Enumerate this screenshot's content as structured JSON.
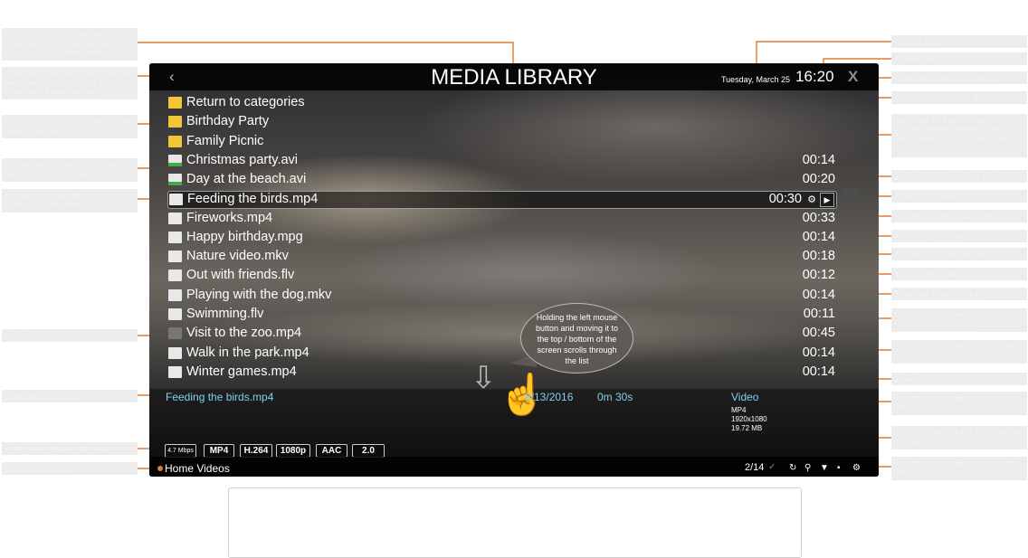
{
  "header": {
    "title": "MEDIA LIBRARY",
    "date": "Tuesday, March 25",
    "time": "16:20",
    "back_icon": "chevron-left-icon",
    "close_icon": "close-icon",
    "close_glyph": "X"
  },
  "list": {
    "items": [
      {
        "label": "Return to categories",
        "duration": "",
        "icon": "folder-up-icon"
      },
      {
        "label": "Birthday Party",
        "duration": "",
        "icon": "folder-icon"
      },
      {
        "label": "Family Picnic",
        "duration": "",
        "icon": "folder-icon"
      },
      {
        "label": "Christmas party.avi",
        "duration": "00:14",
        "icon": "video-selected-icon"
      },
      {
        "label": "Day at the beach.avi",
        "duration": "00:20",
        "icon": "video-selected-icon"
      },
      {
        "label": "Feeding the birds.mp4",
        "duration": "00:30",
        "icon": "video-icon"
      },
      {
        "label": "Fireworks.mp4",
        "duration": "00:33",
        "icon": "video-icon"
      },
      {
        "label": "Happy birthday.mpg",
        "duration": "00:14",
        "icon": "video-icon"
      },
      {
        "label": "Nature video.mkv",
        "duration": "00:18",
        "icon": "video-icon"
      },
      {
        "label": "Out with friends.flv",
        "duration": "00:12",
        "icon": "video-icon"
      },
      {
        "label": "Playing with the dog.mkv",
        "duration": "00:14",
        "icon": "video-icon"
      },
      {
        "label": "Swimming.flv",
        "duration": "00:11",
        "icon": "video-icon"
      },
      {
        "label": "Visit to the zoo.mp4",
        "duration": "00:45",
        "icon": "video-dead-icon"
      },
      {
        "label": "Walk in the park.mp4",
        "duration": "00:14",
        "icon": "video-icon"
      },
      {
        "label": "Winter games.mp4",
        "duration": "00:14",
        "icon": "video-icon"
      }
    ]
  },
  "active_entry": {
    "name": "Feeding the birds.mp4",
    "date": "8/13/2016",
    "duration": "0m 30s",
    "type": "Video",
    "container": "MP4",
    "resolution": "1920x1080",
    "size": "19.72 MB"
  },
  "media_info": {
    "bitrate": "4.7 Mbps",
    "format": "MP4",
    "codec": "H.264",
    "quality": "1080p",
    "audio": "AAC",
    "channels": "2.0"
  },
  "footer": {
    "path": "Home Videos",
    "count": "2/14",
    "check_glyph": "✓",
    "icons": [
      "refresh-icon",
      "search-icon",
      "filter-icon",
      "trash-icon",
      "gear-icon"
    ]
  },
  "hint": {
    "text": "Holding the left mouse button and moving it to the top / bottom of the screen scrolls through the list"
  },
  "callouts_left": [
    "Click the title area to step through higher level menus, all the way up to the main home theater interface",
    "Click this icon to step through higher level menus, all the way up to the main home theater interface",
    "Click to return to the categories home theater interface",
    "Entries can be selected by clicking the icon next to the media name",
    "Double-click a list entry to open a folder or play the media",
    "Dead entry",
    "Active entry file name",
    "Active entry media information",
    "File path / Info area"
  ],
  "callouts_right": [
    "Current date",
    "Current time",
    "Close home theater interface",
    "Active entry media duration",
    "Opens up the function menu where you can perform multiple actions (sort, erase, etc) on the current entry or list",
    "Play the currently highlighted entry",
    "Scroll Up / Down the list",
    "Active entry file creation date",
    "Active entry file size",
    "Active entry media resolution",
    "Type of the media file",
    "Selected / Total list entries",
    "Click this icon to bring up the selection function menu",
    "Click this icon to refresh the content",
    "Search current category",
    "Click this icon to bring up the filter menu",
    "Click this icon to delete the active file or folder",
    "Click this icon to bring up the function menu"
  ]
}
